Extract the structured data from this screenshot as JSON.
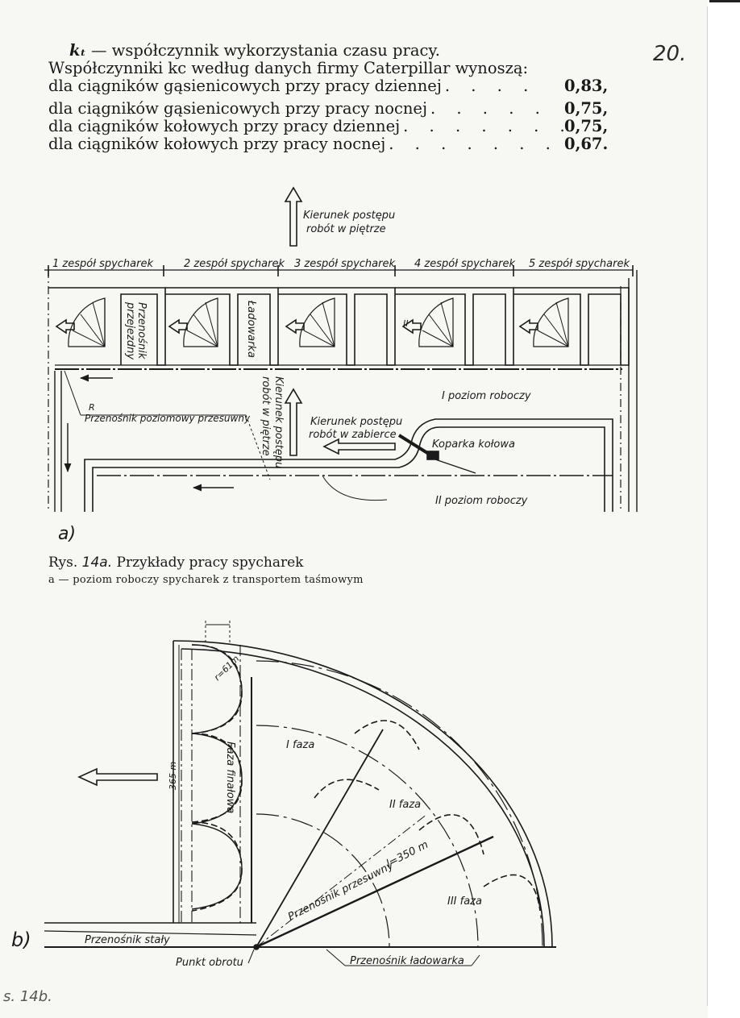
{
  "header": {
    "page_number": "20."
  },
  "intro": {
    "line1_symbol": "kₜ",
    "line1_text": "— współczynnik wykorzystania czasu pracy.",
    "line2_text": "Współczynniki kc według danych firmy Caterpillar wynoszą:"
  },
  "coefficients": [
    {
      "label": "dla ciągników gąsienicowych przy pracy dziennej",
      "dots": ". . . .",
      "value": "0,83,"
    },
    {
      "label": "dla ciągników gąsienicowych przy pracy nocnej",
      "dots": ". . . . .",
      "value": "0,75,"
    },
    {
      "label": "dla ciągników kołowych przy pracy dziennej",
      "dots": ". . . . . . .",
      "value": "0,75,"
    },
    {
      "label": "dla ciągników kołowych przy pracy nocnej",
      "dots": ". . . . . . . .",
      "value": "0,67."
    }
  ],
  "figure_a": {
    "label": "a)",
    "top_arrow_label_1": "Kierunek postępu",
    "top_arrow_label_2": "robót w piętrze",
    "teams": [
      "1 zespół spycharek",
      "2 zespół spycharek",
      "3 zespół spycharek",
      "4 zespół spycharek",
      "5 zespół spycharek"
    ],
    "przenosnik_przejezdny_1": "Przenośnik",
    "przenosnik_przejezdny_2": "przejezdny",
    "ladowarka": "Ładowarka",
    "przenosnik_poziomowy": "Przenośnik poziomowy przesuwny",
    "vertical_label_1": "Kierunek postępu",
    "vertical_label_2": "robót w piętrze",
    "zabierka_1": "Kierunek postępu",
    "zabierka_2": "robót w zabierce",
    "level_1": "I poziom roboczy",
    "koparka": "Koparka kołowa",
    "level_2": "II poziom roboczy",
    "mark_R": "R",
    "mark_II": "II"
  },
  "caption": {
    "title_prefix": "Rys.",
    "title_num": "14a.",
    "title_text": "Przykłady pracy spycharek",
    "sub": "a — poziom roboczy spycharek z transportem taśmowym"
  },
  "figure_b": {
    "label": "b)",
    "radius_label": "r=61m",
    "length_label": "365 m",
    "faza_finalowa": "Faza finałowa",
    "faza_1": "I faza",
    "faza_2": "II faza",
    "faza_3": "III faza",
    "przenosnik_przesuwny": "Przenośnik przesuwny",
    "length_350": "l=350 m",
    "przenosnik_staly": "Przenośnik stały",
    "punkt_obrotu": "Punkt obrotu",
    "przenosnik_ladowarka": "Przenośnik ładowarka"
  },
  "side_note": "s. 14b."
}
